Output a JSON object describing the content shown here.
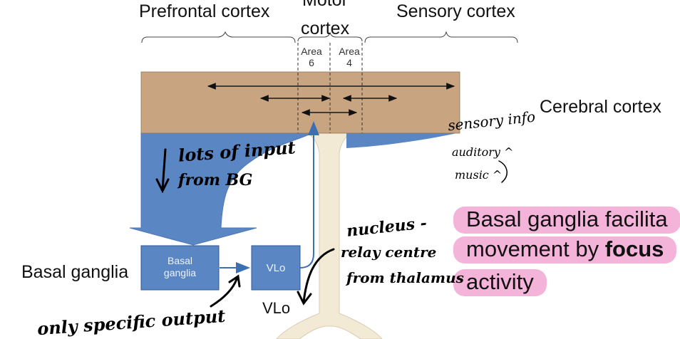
{
  "labels": {
    "prefrontal": "Prefrontal cortex",
    "motor_line1": "Motor",
    "motor_line2": "cortex",
    "sensory": "Sensory cortex",
    "area6_a": "Area",
    "area6_b": "6",
    "area4_a": "Area",
    "area4_b": "4",
    "cerebral": "Cerebral cortex",
    "basal_side": "Basal ganglia",
    "basal_box_1": "Basal",
    "basal_box_2": "ganglia",
    "vlo_box": "VLo",
    "vlo_below": "VLo"
  },
  "highlight": {
    "line1": "Basal ganglia facilita",
    "line2_pre": "movement by ",
    "line2_bold": "focus",
    "line3": "activity"
  },
  "handwritten": {
    "sensory_info": "sensory info",
    "auditory": "auditory ^",
    "music": "music ^",
    "lots_input_1": "lots of input",
    "lots_input_2": "from BG",
    "nucleus_1": "nucleus -",
    "nucleus_2": "relay centre",
    "nucleus_3": "from thalamus",
    "only_specific": "only specific output"
  },
  "colors": {
    "cortex": "#c9a480",
    "blue": "#5a86c4",
    "box_border": "#2f5a98",
    "stalk": "#f3ead6",
    "highlight": "#f4b3d9"
  }
}
